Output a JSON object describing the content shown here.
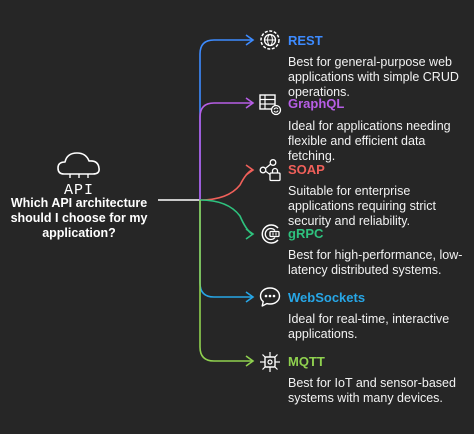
{
  "center": {
    "icon": "cloud-api-icon",
    "icon_label": "API",
    "question": "Which API architecture should I choose for my application?"
  },
  "nodes": [
    {
      "title": "REST",
      "color": "#3d8bff",
      "icon": "gear-globe-icon",
      "description": "Best for general-purpose web applications with simple CRUD operations."
    },
    {
      "title": "GraphQL",
      "color": "#b75ee6",
      "icon": "table-refresh-icon",
      "description": "Ideal for applications needing flexible and efficient data fetching."
    },
    {
      "title": "SOAP",
      "color": "#f0605a",
      "icon": "network-lock-icon",
      "description": "Suitable for enterprise applications requiring strict security and reliability."
    },
    {
      "title": "gRPC",
      "color": "#2ec27e",
      "icon": "grpc-g-icon",
      "description": "Best for high-performance, low-latency distributed systems."
    },
    {
      "title": "WebSockets",
      "color": "#27a6e6",
      "icon": "chat-bubble-icon",
      "description": "Ideal for real-time, interactive applications."
    },
    {
      "title": "MQTT",
      "color": "#8fd14f",
      "icon": "iot-chip-icon",
      "description": "Best for IoT and sensor-based systems with many devices."
    }
  ]
}
